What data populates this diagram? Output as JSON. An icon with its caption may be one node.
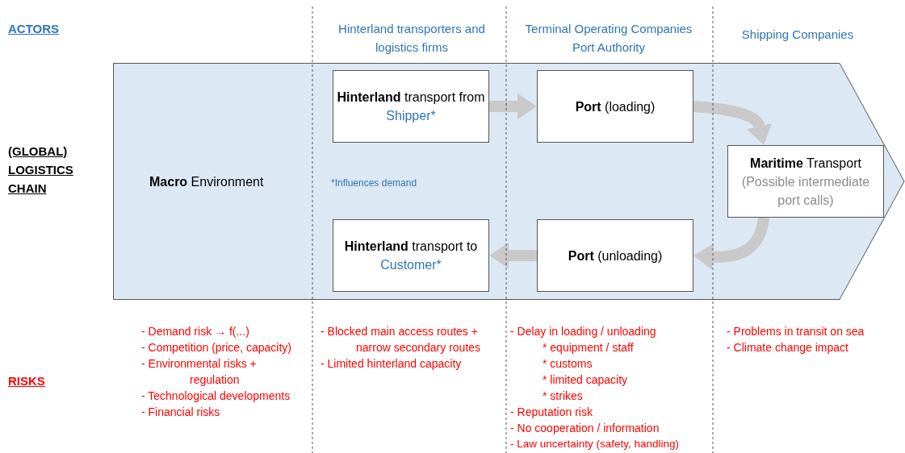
{
  "diagram": {
    "nodes": [
      {
        "text": [
          "**Macro** Environment"
        ]
      },
      {
        "text": [
          "**Hinterland** transport from",
          "Shipper*"
        ],
        "in": 0
      },
      {
        "text": [
          "**Port** (loading)"
        ],
        "in": 0
      },
      {
        "text": [
          "**Maritime** Transport",
          "(Possible intermediate port calls)"
        ],
        "in": 0
      },
      {
        "text": [
          "**Port** (unloading)"
        ],
        "in": 0
      },
      {
        "text": [
          "**Hinterland** transport to",
          "Customer*"
        ],
        "in": 0
      }
    ],
    "edges": [
      {
        "from": 1,
        "to": 2,
        "arrow": "to"
      },
      {
        "from": 2,
        "to": 3,
        "arrow": "to"
      },
      {
        "from": 3,
        "to": 4,
        "arrow": "to"
      },
      {
        "from": 4,
        "to": 5,
        "arrow": "to"
      }
    ],
    "labels": [
      "ACTORS",
      "Hinterland transporters and logistics firms",
      "Terminal Operating Companies Port Authority",
      "Shipping Companies",
      "(GLOBAL) LOGISTICS CHAIN",
      "*Influences demand",
      "RISKS",
      "- Demand risk → f(...)",
      "- Competition (price, capacity)",
      "- Environmental risks + regulation",
      "- Technological developments",
      "- Financial risks",
      "- Blocked main access routes + narrow secondary routes",
      "- Limited hinterland capacity",
      "- Delay in loading / unloading",
      "* equipment / staff",
      "* customs",
      "* limited capacity",
      "* strikes",
      "- Reputation risk",
      "- No cooperation / information",
      "- Law uncertainty (safety, handling)",
      "- Problems in transit on sea",
      "- Climate change impact"
    ]
  }
}
